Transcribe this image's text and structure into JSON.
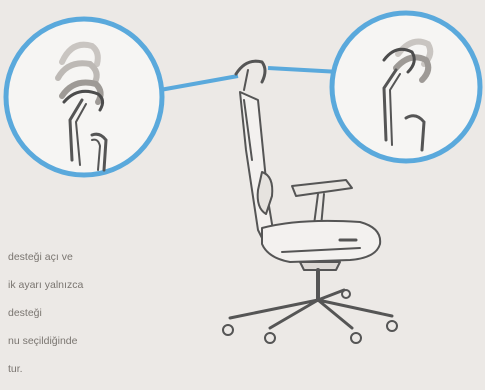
{
  "caption": {
    "lines": [
      "desteği açı ve",
      "ik ayarı yalnızca",
      "desteği",
      "nu seçildiğinde",
      "tur."
    ]
  },
  "colors": {
    "background": "#ece9e6",
    "callout_ring": "#5aa9dc",
    "chair_outline": "#555555",
    "ghost_headrest": "#b8b4b0",
    "caption_text": "#7a7570"
  },
  "icons": {
    "chair": "office-chair-with-headrest",
    "left_zoom": "headrest-tilt-detail",
    "right_zoom": "headrest-height-detail"
  }
}
